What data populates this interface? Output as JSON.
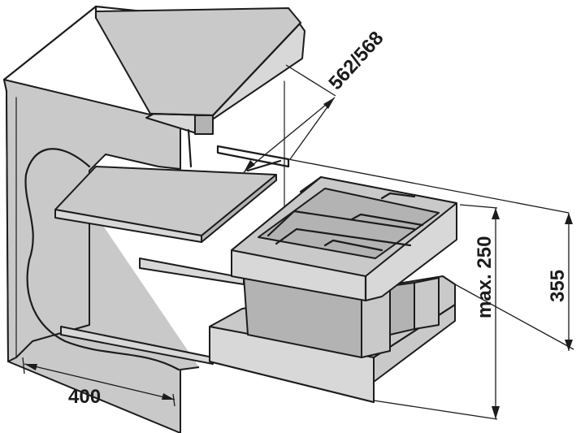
{
  "dimensions": {
    "depth": "562/568",
    "width": "400",
    "max_height": "max. 250",
    "total_height": "355"
  }
}
